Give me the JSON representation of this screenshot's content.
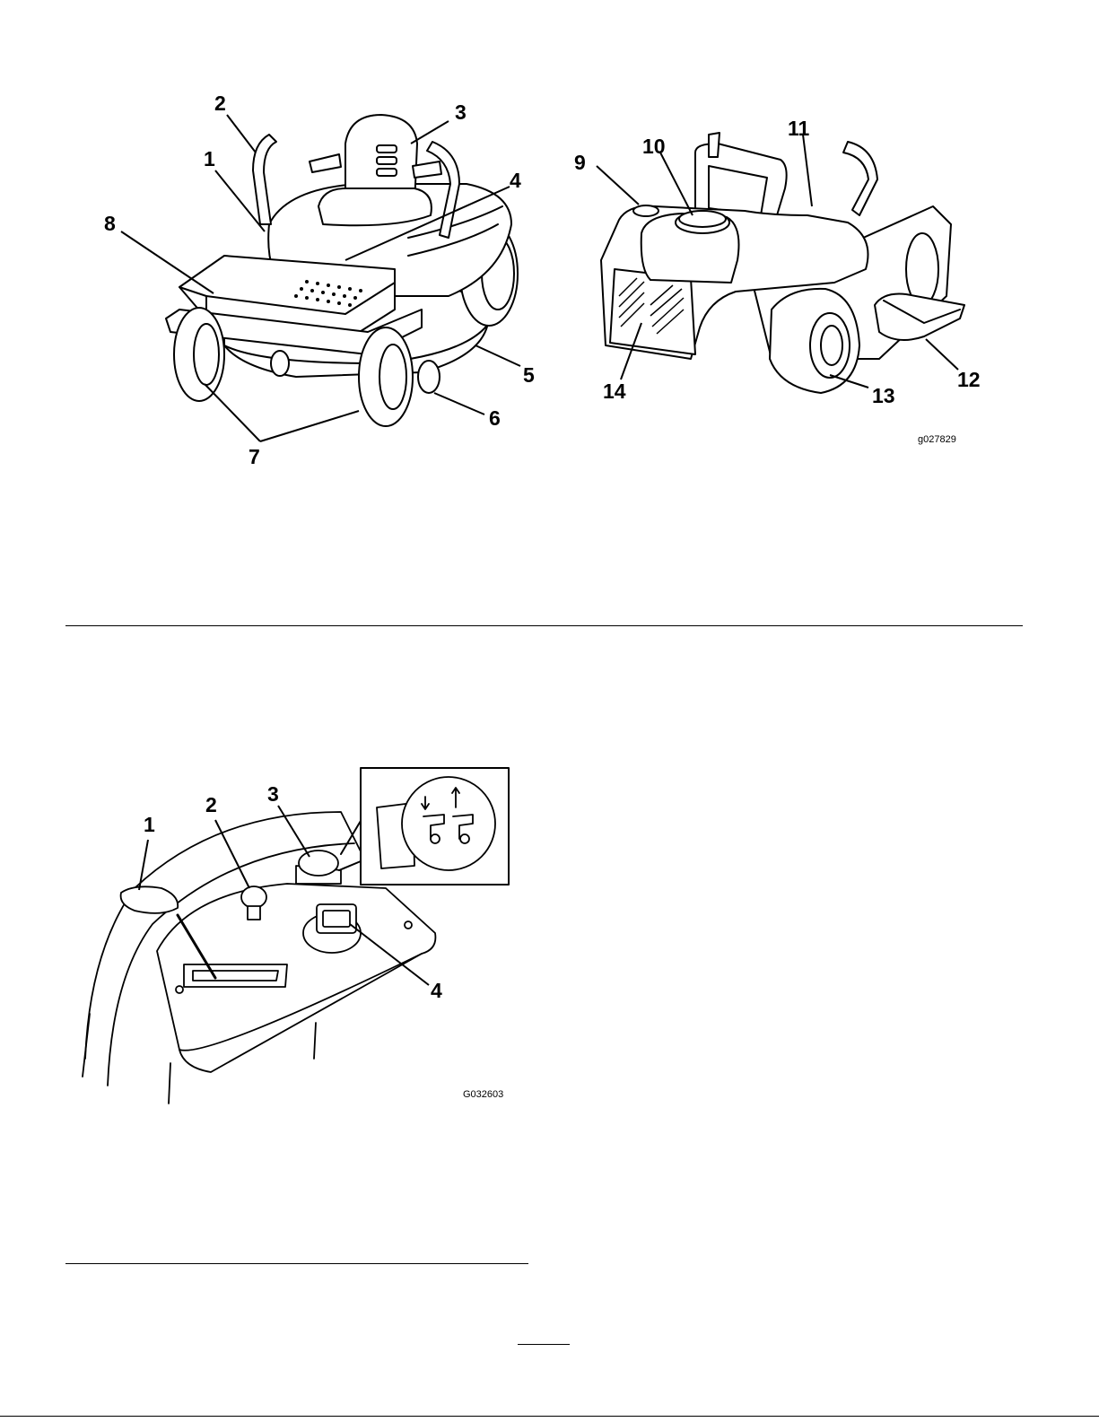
{
  "figure_top": {
    "callouts": [
      "1",
      "2",
      "3",
      "4",
      "5",
      "6",
      "7",
      "8",
      "9",
      "10",
      "11",
      "12",
      "13",
      "14"
    ],
    "code": "g027829"
  },
  "figure_bottom": {
    "callouts": [
      "1",
      "2",
      "3",
      "4"
    ],
    "code": "G032603"
  }
}
